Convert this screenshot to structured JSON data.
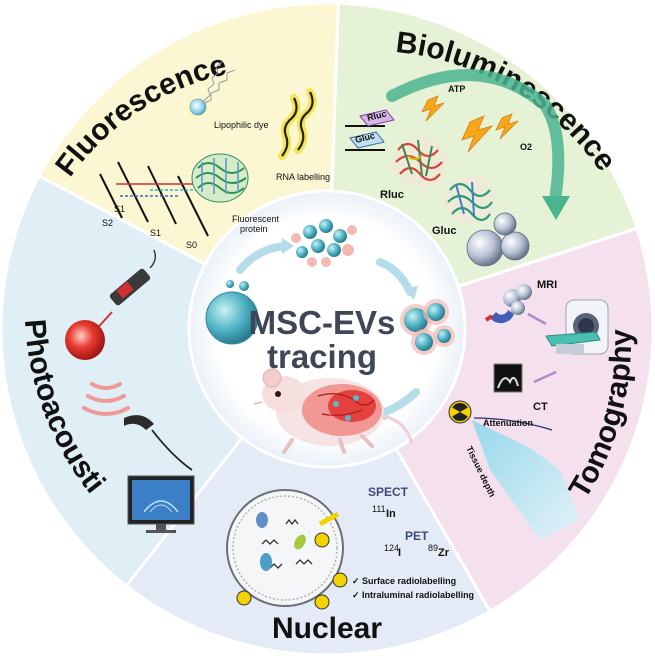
{
  "center": {
    "line1": "MSC-EVs",
    "line2": "tracing"
  },
  "sectors": {
    "fluorescence": {
      "title": "Fluorescence",
      "lipophilic": "Lipophilic dye",
      "protein_line1": "Fluorescent",
      "protein_line2": "protein",
      "rna": "RNA labelling",
      "s2": "S2",
      "s1": "S1",
      "s1b": "S1",
      "s0": "S0"
    },
    "bioluminescence": {
      "title": "Bioluminescence",
      "atp": "ATP",
      "o2": "O2",
      "rluc": "Rluc",
      "gluc": "Gluc",
      "rluc_tag": "Rluc",
      "gluc_tag": "Gluc"
    },
    "tomography": {
      "title": "Tomography",
      "mri": "MRI",
      "ct": "CT",
      "attenuation": "Attenuation",
      "tissue_depth": "Tissue depth"
    },
    "nuclear": {
      "title": "Nuclear",
      "spect": "SPECT",
      "in_mass": "111",
      "in_sym": "In",
      "pet": "PET",
      "i_mass": "124",
      "i_sym": "I",
      "zr_mass": "89",
      "zr_sym": "Zr",
      "check1": "✓ Surface radiolabelling",
      "check2": "✓ Intraluminal radiolabelling"
    },
    "photoacoustic": {
      "title": "Photoacoustic"
    }
  },
  "colors": {
    "fluorescence_bg": "#fbf7d2",
    "bioluminescence_bg": "#e6f2d6",
    "tomography_bg": "#f5e1ee",
    "nuclear_bg": "#e5ebf6",
    "photoacoustic_bg": "#dfeff5",
    "vesicle": "#5bbac9",
    "accent_red": "#e0302f"
  }
}
